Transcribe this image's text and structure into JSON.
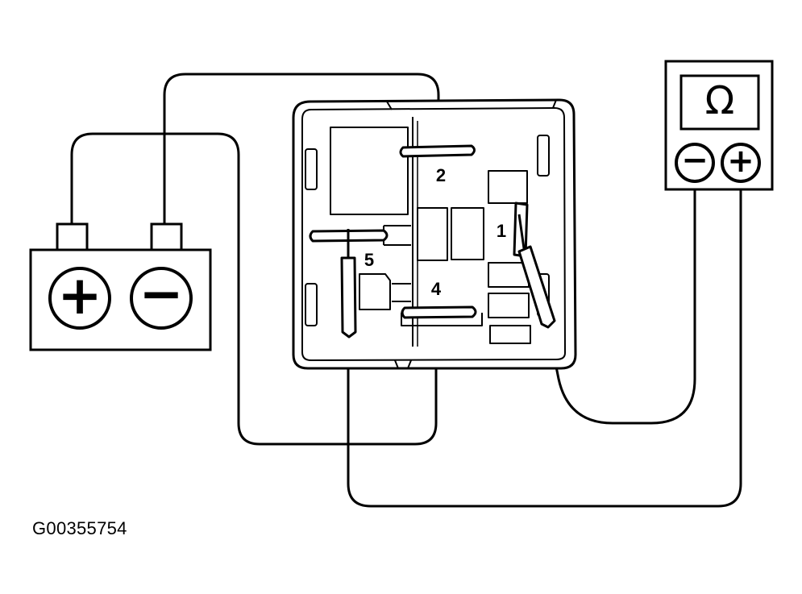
{
  "terminals": {
    "t1": "1",
    "t2": "2",
    "t4": "4",
    "t5": "5"
  },
  "meter": {
    "display_symbol": "Ω",
    "neg_symbol": "−",
    "pos_symbol": "+"
  },
  "battery": {
    "pos_symbol": "+",
    "neg_symbol": "−"
  },
  "figure_id": "G00355754"
}
